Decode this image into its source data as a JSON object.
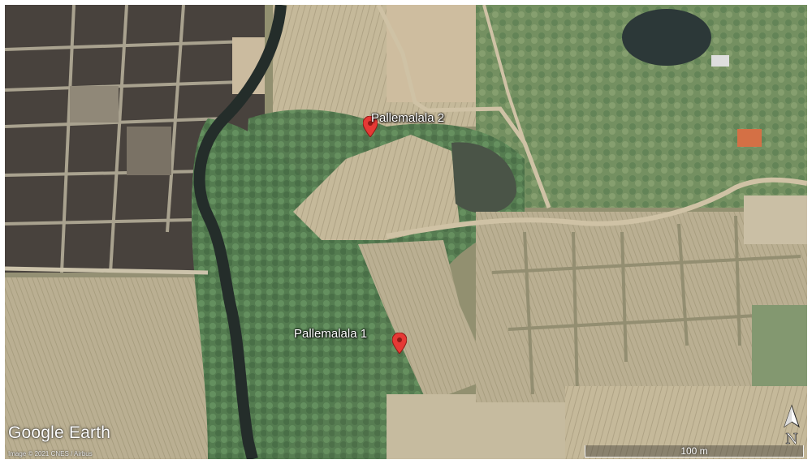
{
  "map": {
    "brand": "Google Earth",
    "credit": "Image © 2021 CNES / Airbus",
    "scale_label": "100 m",
    "north_label": "N",
    "markers": [
      {
        "label": "Pallemalala 2",
        "color": "#e53935"
      },
      {
        "label": "Pallemalala 1",
        "color": "#e53935"
      }
    ]
  },
  "colors": {
    "marker_red": "#e53935",
    "vegetation": "#4f7a4a",
    "field_light": "#b8ad8e",
    "paddy_dark": "#3b3630",
    "water": "#1d2a2a"
  }
}
